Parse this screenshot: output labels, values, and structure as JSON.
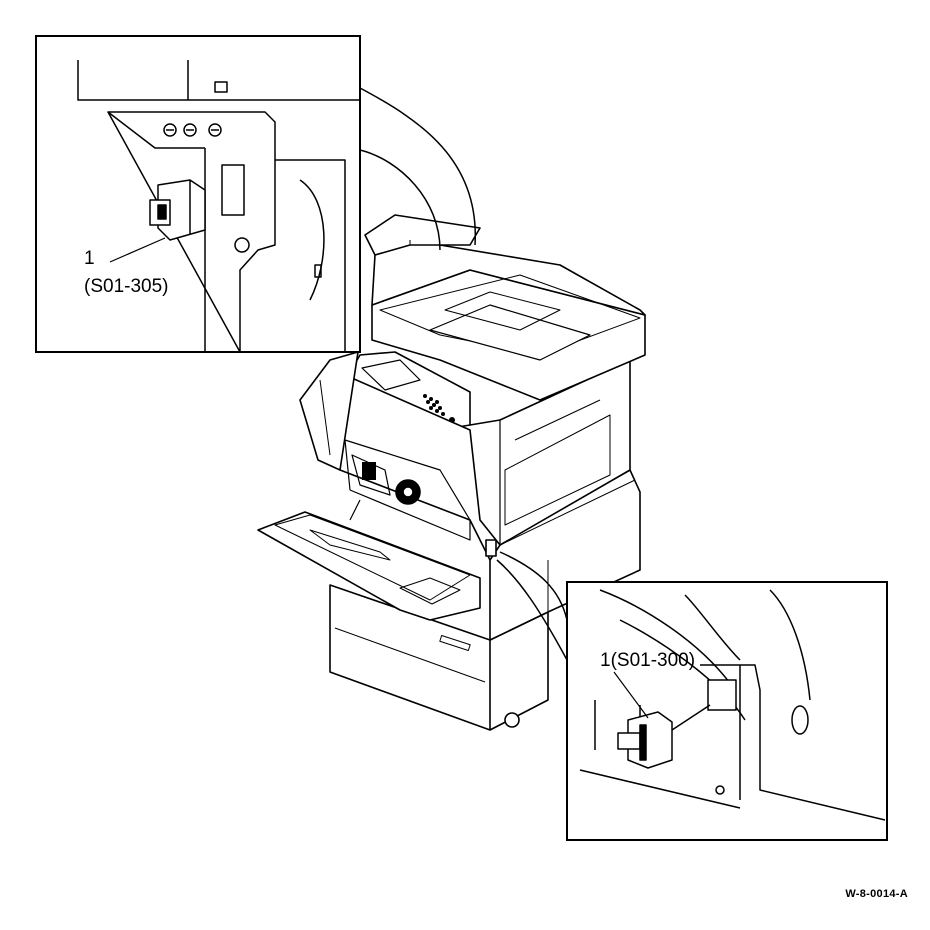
{
  "callouts": {
    "top": {
      "number": "1",
      "code": "(S01-305)"
    },
    "bottom": {
      "text": "1(S01-300)"
    }
  },
  "figure_id": "W-8-0014-A"
}
